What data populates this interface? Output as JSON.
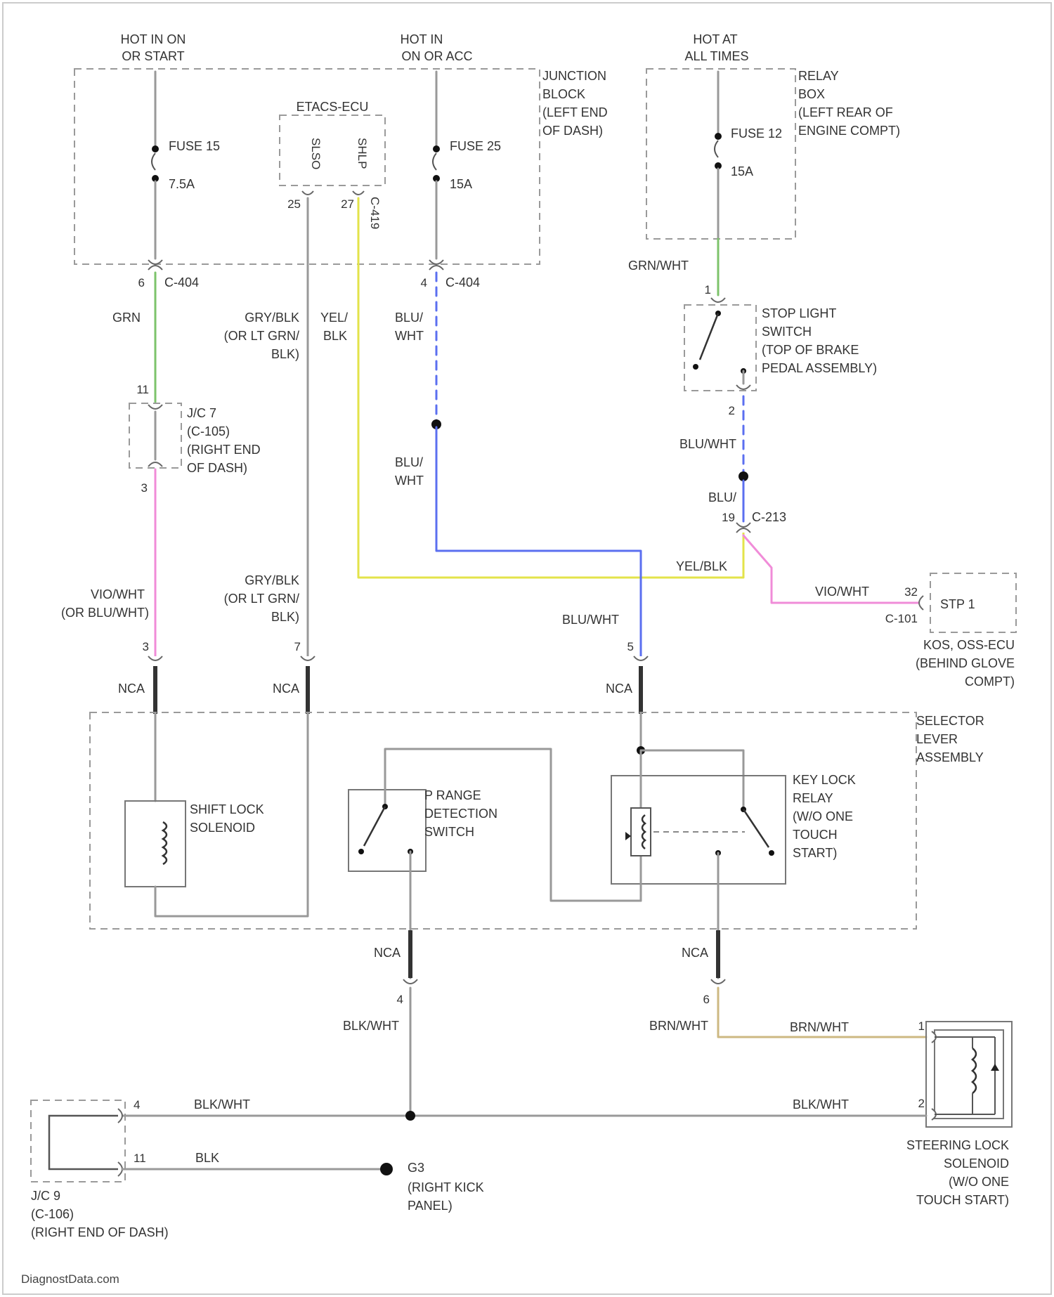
{
  "wire_colors": {
    "grn": "#7dc36b",
    "pink": "#f08cd8",
    "yellow": "#e3e34a",
    "blue": "#5b6ff0",
    "tan": "#cdb882",
    "gray": "#999999",
    "black": "#222222"
  },
  "power": {
    "hot_run_start_l1": "HOT IN ON",
    "hot_run_start_l2": "OR START",
    "hot_on_acc_l1": "HOT IN",
    "hot_on_acc_l2": "ON OR ACC",
    "hot_always_l1": "HOT AT",
    "hot_always_l2": "ALL TIMES"
  },
  "junction_block": {
    "l1": "JUNCTION",
    "l2": "BLOCK",
    "l3": "(LEFT END",
    "l4": "OF DASH)"
  },
  "relay_box": {
    "l1": "RELAY",
    "l2": "BOX",
    "l3": "(LEFT REAR OF",
    "l4": "ENGINE COMPT)"
  },
  "fuses": {
    "f15_name": "FUSE 15",
    "f15_amp": "7.5A",
    "f25_name": "FUSE 25",
    "f25_amp": "15A",
    "f12_name": "FUSE 12",
    "f12_amp": "15A"
  },
  "etacs": {
    "title": "ETACS-ECU",
    "pin_a": "SLSO",
    "pin_b": "SHLP",
    "pin_a_num": "25",
    "pin_b_num": "27",
    "connector": "C-419"
  },
  "connectors": {
    "c404_left_pin": "6",
    "c404_left": "C-404",
    "c404_right_pin": "4",
    "c404_right": "C-404",
    "jc7_top_pin": "11",
    "jc7_bottom_pin": "3",
    "jc7_l1": "J/C 7",
    "jc7_l2": "(C-105)",
    "jc7_l3": "(RIGHT END",
    "jc7_l4": "OF DASH)",
    "c213": "C-213",
    "c213_pin": "19",
    "stop_top_pin": "1",
    "stop_bottom_pin": "2",
    "stp_pin": "32",
    "stp_label": "STP 1",
    "c101": "C-101",
    "sel_pin_3": "3",
    "sel_pin_7": "7",
    "sel_pin_5": "5",
    "sel_pin_4": "4",
    "sel_pin_6": "6",
    "steer_pin_1": "1",
    "steer_pin_2": "2",
    "jc9_pin_4": "4",
    "jc9_pin_11": "11",
    "jc9_l1": "J/C 9",
    "jc9_l2": "(C-106)",
    "jc9_l3": "(RIGHT END OF DASH)"
  },
  "wires": {
    "grn": "GRN",
    "gry_blk": "GRY/BLK",
    "or_lt_grn": "(OR LT GRN/",
    "blk_close": "BLK)",
    "yel": "YEL/",
    "blk": "BLK",
    "blu": "BLU/",
    "wht": "WHT",
    "grn_wht": "GRN/WHT",
    "blu_wht": "BLU/WHT",
    "blu_upper": "BLU/",
    "yel_blk": "YEL/BLK",
    "vio_wht": "VIO/WHT",
    "or_blu_wht": "(OR BLU/WHT)",
    "blu_wht_sel": "BLU/WHT",
    "nca": "NCA",
    "blk_wht": "BLK/WHT",
    "brn_wht": "BRN/WHT",
    "blk_only": "BLK"
  },
  "stop_switch": {
    "l1": "STOP LIGHT",
    "l2": "SWITCH",
    "l3": "(TOP OF BRAKE",
    "l4": "PEDAL ASSEMBLY)"
  },
  "ecu": {
    "l1": "KOS, OSS-ECU",
    "l2": "(BEHIND GLOVE",
    "l3": "COMPT)"
  },
  "selector": {
    "l1": "SELECTOR",
    "l2": "LEVER",
    "l3": "ASSEMBLY"
  },
  "shift_lock": {
    "l1": "SHIFT LOCK",
    "l2": "SOLENOID"
  },
  "p_range": {
    "l1": "P RANGE",
    "l2": "DETECTION",
    "l3": "SWITCH"
  },
  "key_lock": {
    "l1": "KEY LOCK",
    "l2": "RELAY",
    "l3": "(W/O ONE",
    "l4": "TOUCH",
    "l5": "START)"
  },
  "steering_lock": {
    "l1": "STEERING LOCK",
    "l2": "SOLENOID",
    "l3": "(W/O ONE",
    "l4": "TOUCH START)"
  },
  "ground": {
    "name": "G3",
    "l1": "(RIGHT KICK",
    "l2": "PANEL)"
  },
  "footer": "DiagnostData.com"
}
